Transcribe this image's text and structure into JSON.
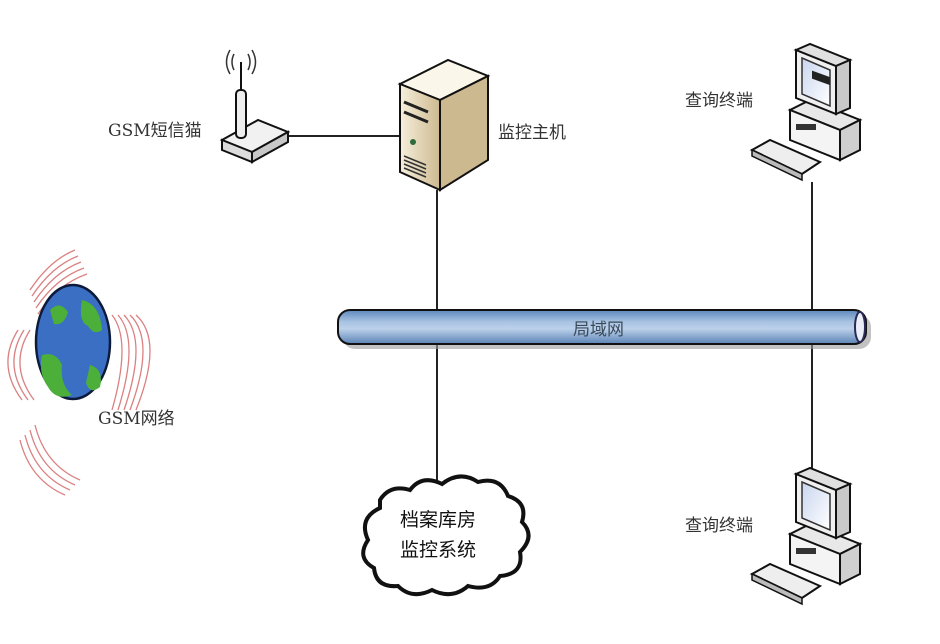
{
  "diagram": {
    "nodes": {
      "gsm_modem": {
        "label": "GSM短信猫",
        "icon": "wireless-router-icon"
      },
      "monitor_host": {
        "label": "监控主机",
        "icon": "server-tower-icon"
      },
      "query_terminal_top": {
        "label": "查询终端",
        "icon": "desktop-computer-icon"
      },
      "query_terminal_bottom": {
        "label": "查询终端",
        "icon": "desktop-computer-icon"
      },
      "gsm_network": {
        "label": "GSM网络",
        "icon": "globe-signal-icon"
      },
      "lan": {
        "label": "局域网",
        "icon": "network-pipe-icon"
      },
      "archive_monitor": {
        "line1": "档案库房",
        "line2": "监控系统",
        "icon": "cloud-icon"
      }
    },
    "colors": {
      "pipe": "#7fa6d0",
      "signal": "#d04040",
      "globe_ocean": "#3a6fc4",
      "globe_land": "#4caf3a",
      "server_body": "#e8dcc0"
    }
  }
}
